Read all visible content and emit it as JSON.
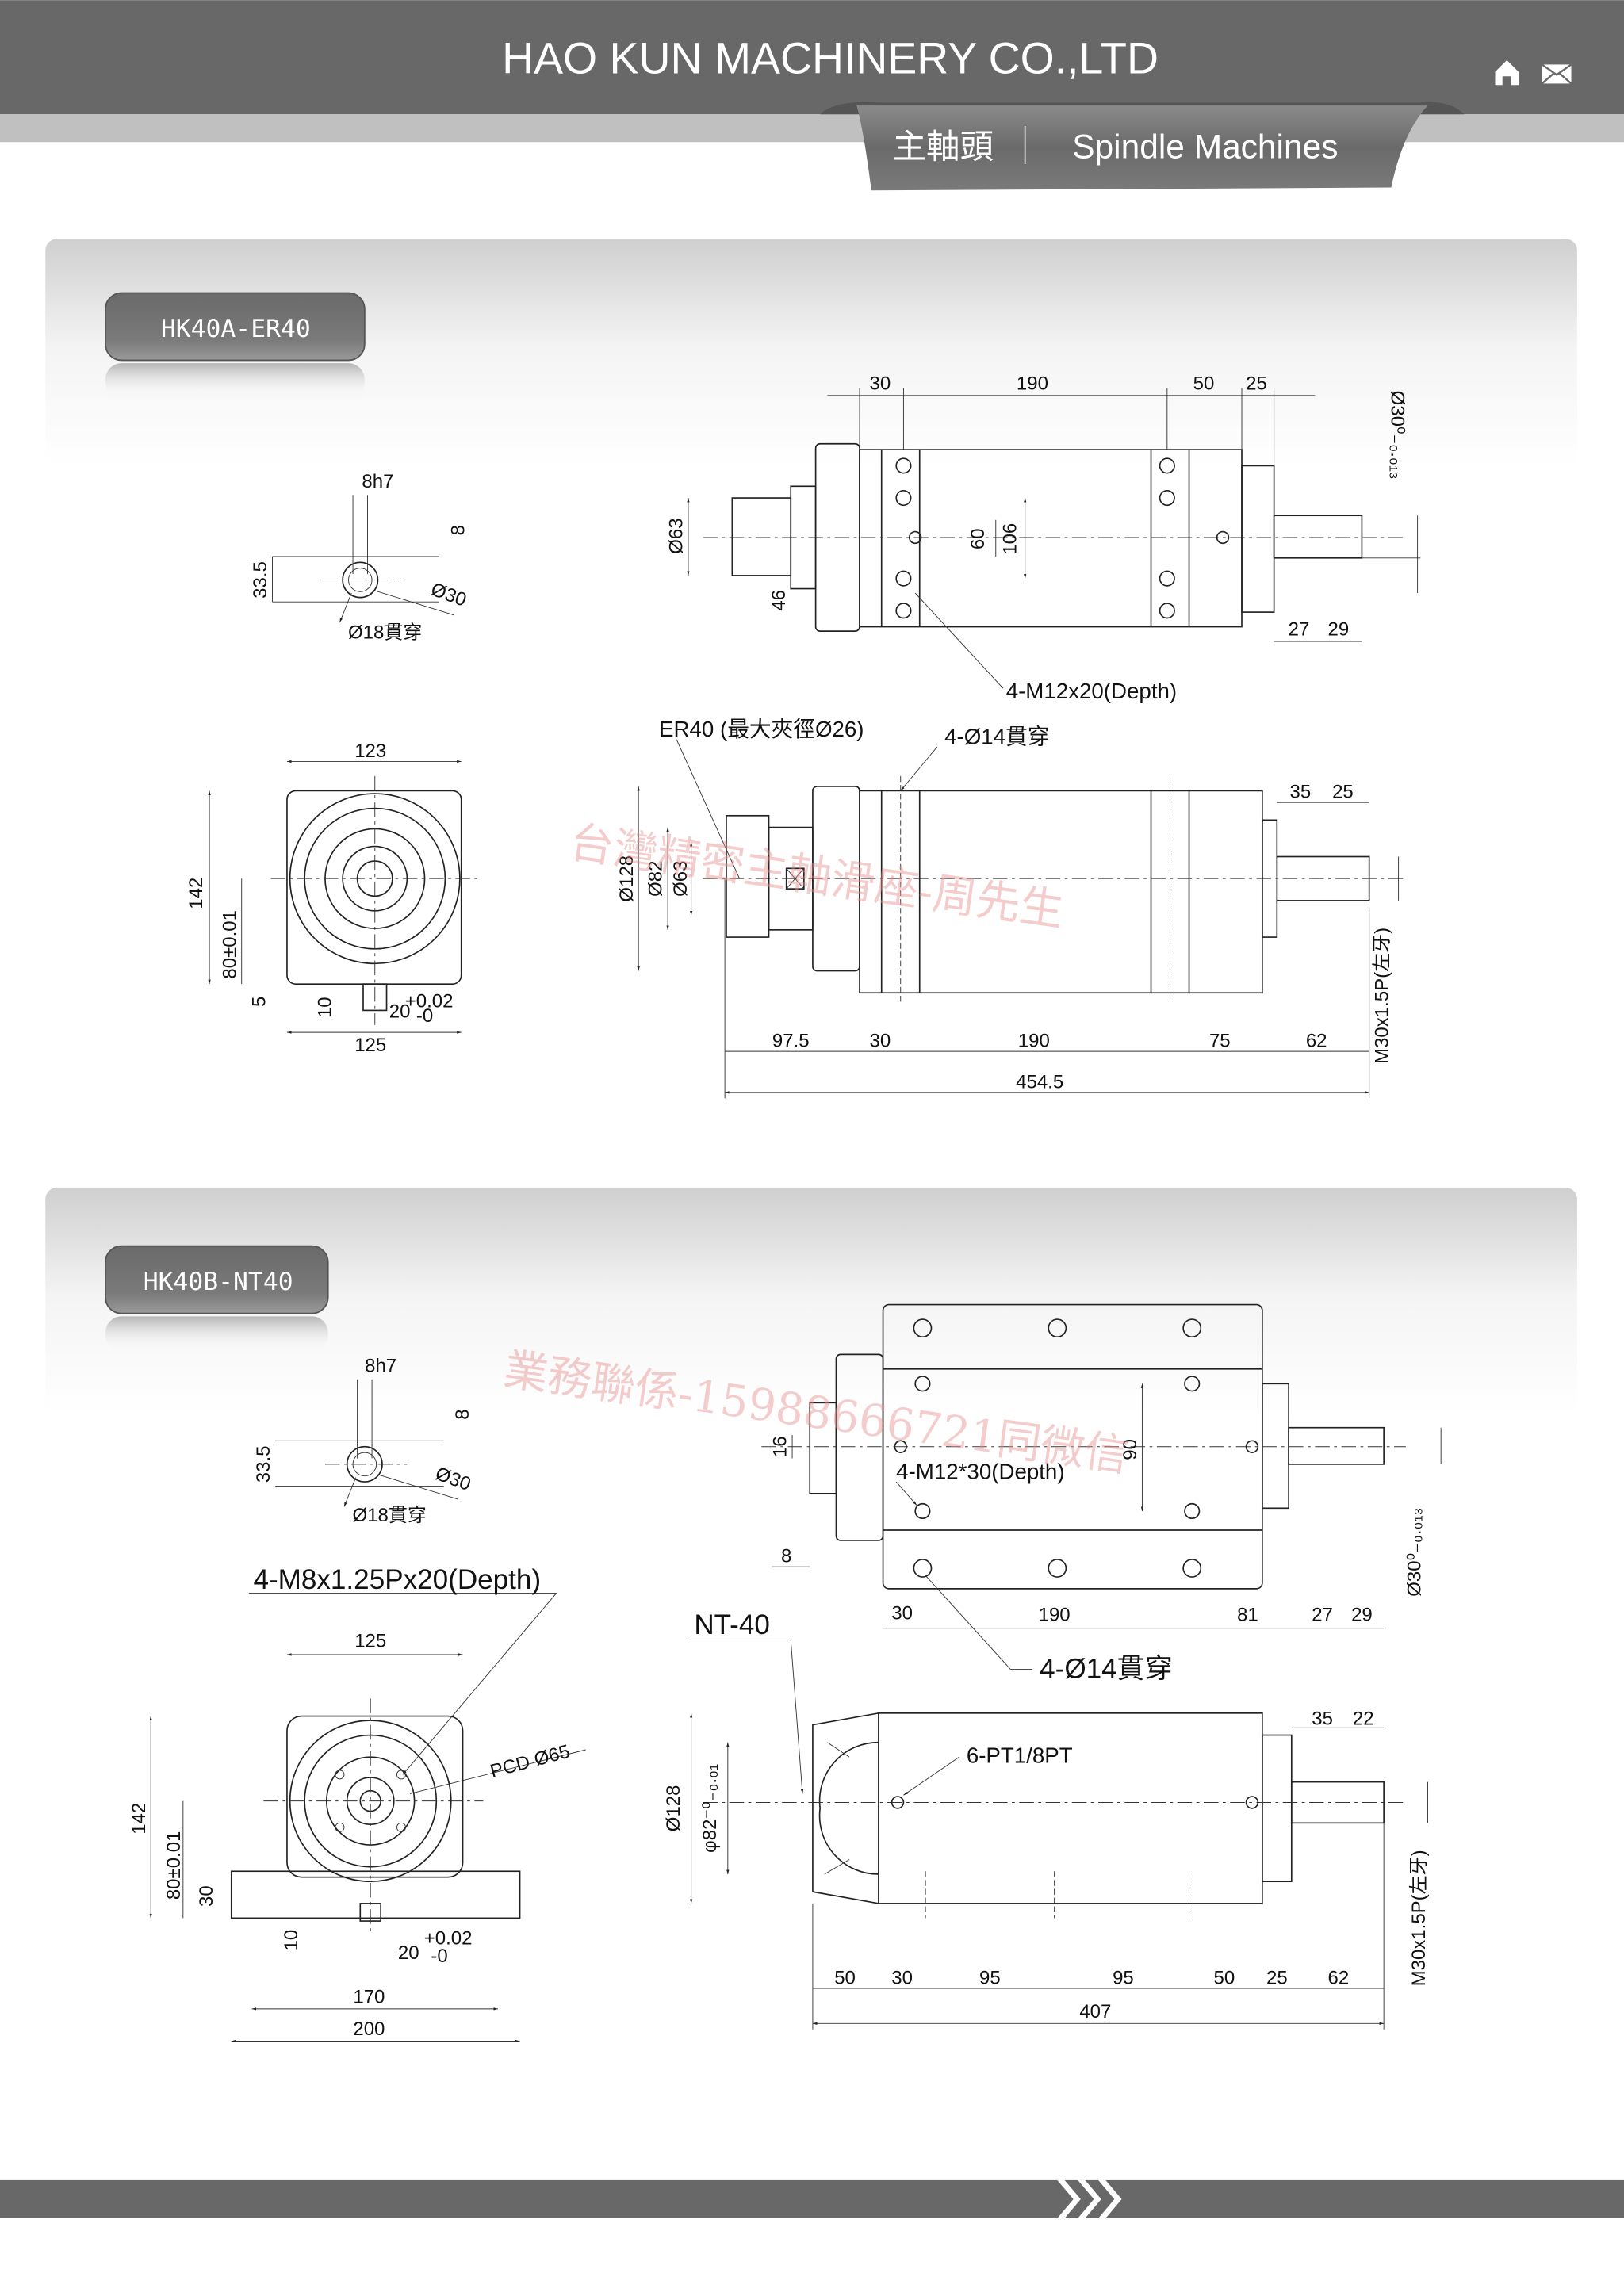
{
  "header": {
    "company": "HAO KUN MACHINERY CO.,LTD",
    "ribbon_cn": "主軸頭",
    "ribbon_en": "Spindle Machines",
    "icons": [
      "home-icon",
      "mail-icon"
    ]
  },
  "colors": {
    "bar": "#686868",
    "stripe": "#c0c0c0",
    "tag": "#707070",
    "watermark": "#e89090"
  },
  "watermarks": [
    "台灣精密主軸滑座-周先生",
    "業務聯係-15988666721同微信"
  ],
  "models": [
    {
      "name": "HK40A-ER40",
      "keyway": {
        "width": "8h7",
        "depth": "8",
        "height": "33.5",
        "shaft": "Ø30",
        "bore": "Ø18貫穿"
      },
      "top_view": {
        "d30": "30",
        "d190": "190",
        "d50": "50",
        "d25": "25",
        "shaft_tol": "Ø30⁰₋₀.₀₁₃",
        "d63": "Ø63",
        "d60": "60",
        "d106": "106",
        "d46": "46",
        "d27": "27",
        "d29": "29",
        "holes": "4-M12x20(Depth)"
      },
      "front_view": {
        "w123": "123",
        "h142": "142",
        "h80": "80±0.01",
        "d5": "5",
        "d10": "10",
        "slot": "20",
        "slot_tol_up": "+0.02",
        "slot_tol_dn": "-0",
        "w125": "125"
      },
      "side_view": {
        "collet": "ER40 (最大夾徑Ø26)",
        "thru": "4-Ø14貫穿",
        "d128": "Ø128",
        "d82": "Ø82",
        "d63": "Ø63",
        "d35": "35",
        "d25": "25",
        "thread": "M30x1.5P(左牙)",
        "l97": "97.5",
        "l30": "30",
        "l190": "190",
        "l75": "75",
        "l62": "62",
        "total": "454.5"
      }
    },
    {
      "name": "HK40B-NT40",
      "keyway": {
        "width": "8h7",
        "depth": "8",
        "height": "33.5",
        "shaft": "Ø30",
        "bore": "Ø18貫穿"
      },
      "front_view": {
        "holes": "4-M8x1.25Px20(Depth)",
        "w125": "125",
        "pcd": "PCD Ø65",
        "h142": "142",
        "h80": "80±0.01",
        "d30": "30",
        "d10": "10",
        "slot": "20",
        "slot_tol_up": "+0.02",
        "slot_tol_dn": "-0",
        "w170": "170",
        "w200": "200"
      },
      "top_view": {
        "d16": "16",
        "holes": "4-M12*30(Depth)",
        "d90": "90",
        "d8": "8",
        "d30": "30",
        "d190": "190",
        "d81": "81",
        "d27": "27",
        "d29": "29",
        "shaft_tol": "Ø30⁰₋₀.₀₁₃",
        "thru": "4-Ø14貫穿"
      },
      "side_view": {
        "nt": "NT-40",
        "pt": "6-PT1/8PT",
        "d35": "35",
        "d22": "22",
        "d128": "Ø128",
        "d82": "φ82⁻⁰₋₀.₀₁",
        "thread": "M30x1.5P(左牙)",
        "l50a": "50",
        "l30": "30",
        "l95a": "95",
        "l95b": "95",
        "l50b": "50",
        "l25": "25",
        "l62": "62",
        "total": "407"
      }
    }
  ],
  "footer": {
    "next_icon": "triple-chevron-right-icon"
  }
}
